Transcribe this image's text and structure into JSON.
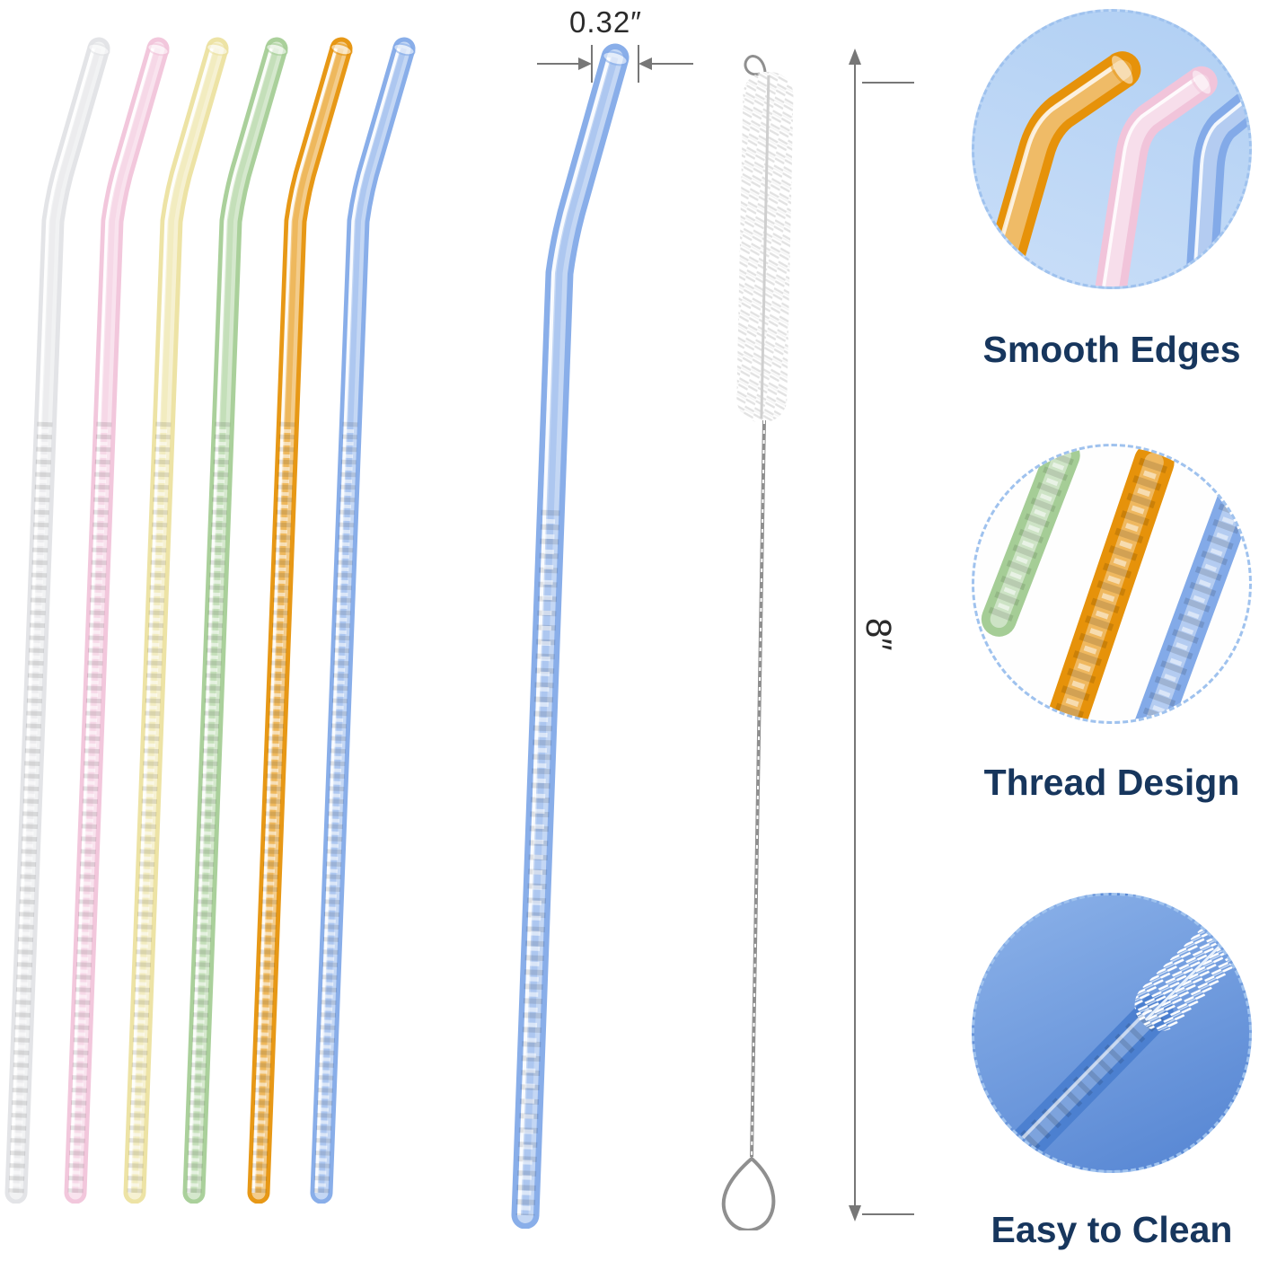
{
  "annotations": {
    "diameter_label": "0.32″",
    "length_label": "8″"
  },
  "features": [
    {
      "label": "Smooth Edges"
    },
    {
      "label": "Thread Design"
    },
    {
      "label": "Easy to Clean"
    }
  ],
  "straws": {
    "colors": [
      {
        "name": "clear",
        "hex": "#e2e3e6"
      },
      {
        "name": "pink",
        "hex": "#f1c4da"
      },
      {
        "name": "yellow",
        "hex": "#ece1a0"
      },
      {
        "name": "green",
        "hex": "#a5cd96"
      },
      {
        "name": "amber",
        "hex": "#e6920a"
      },
      {
        "name": "blue",
        "hex": "#83aae8"
      }
    ]
  },
  "palette": {
    "label": "#17365d",
    "dash": "#9fc2ee",
    "circle_bg": "#b0cff3",
    "circle3_top": "#8cb2e9",
    "circle3_bottom": "#5484d2",
    "deep_blue": "#4c80d0",
    "dimension_line": "#777777",
    "dimension_text": "#2b2b2b",
    "wire": "#8f8f8f"
  }
}
